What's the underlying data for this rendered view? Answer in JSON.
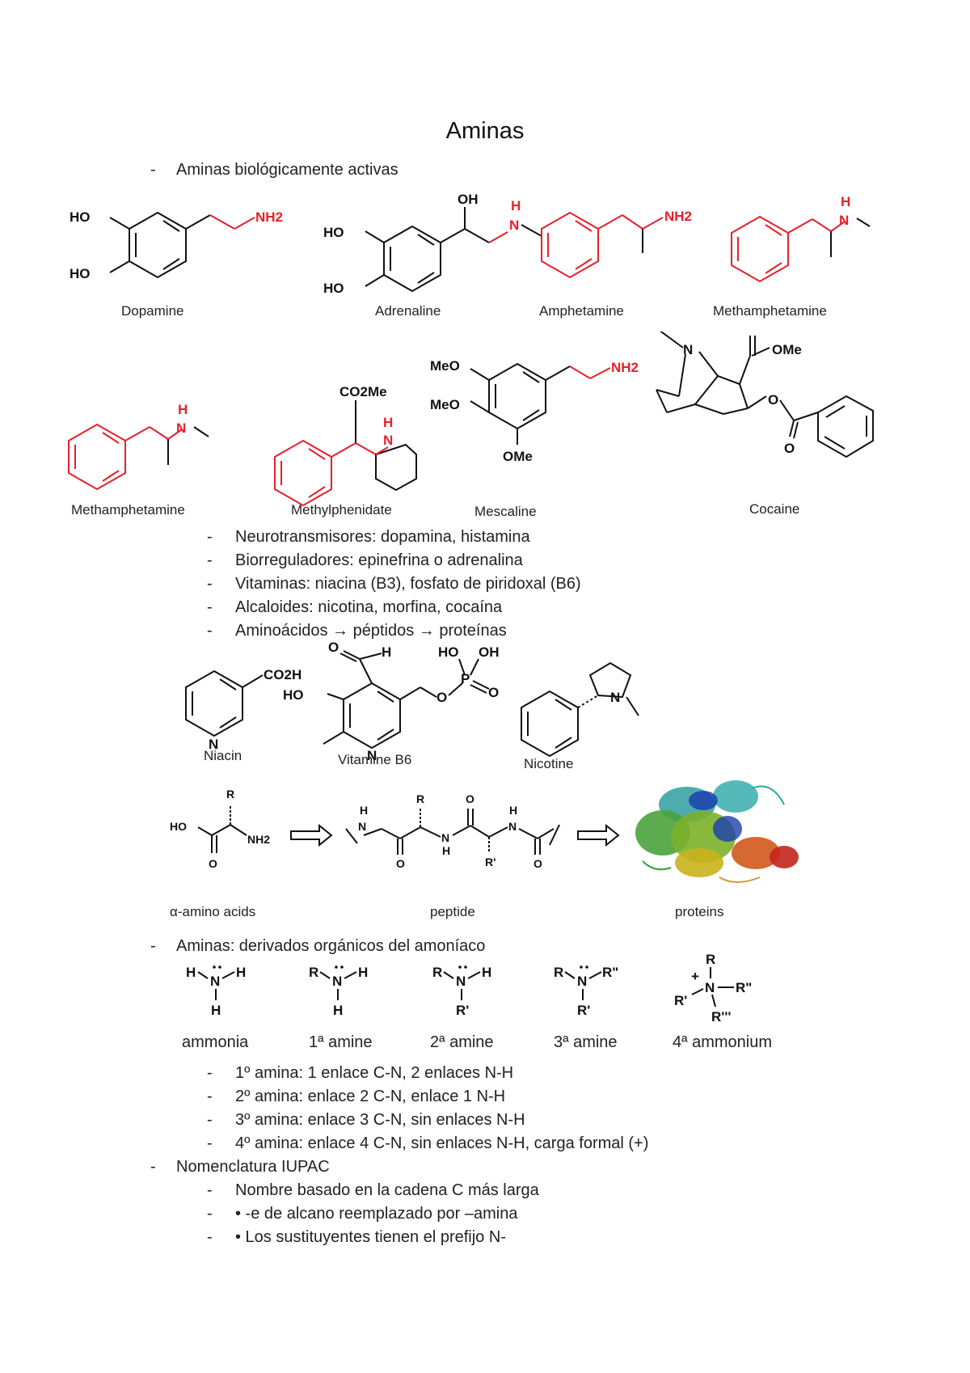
{
  "title": "Aminas",
  "section1": {
    "heading": "Aminas biológicamente activas"
  },
  "row1": {
    "dopamine": "Dopamine",
    "adrenaline": "Adrenaline",
    "amphetamine": "Amphetamine",
    "methamphetamine": "Methamphetamine"
  },
  "row2": {
    "methamphetamine": "Methamphetamine",
    "methylphenidate": "Methylphenidate",
    "mescaline": "Mescaline",
    "cocaine": "Cocaine"
  },
  "bullets1": [
    "Neurotransmisores: dopamina, histamina",
    "Biorreguladores: epinefrina o adrenalina",
    "Vitaminas: niacina (B3), fosfato de piridoxal (B6)",
    "Alcaloides: nicotina, morfina, cocaína",
    "Aminoácidos → péptidos → proteínas"
  ],
  "row3": {
    "niacin": "Niacin",
    "vitamine_b6": "Vitamine B6",
    "nicotine": "Nicotine"
  },
  "row4": {
    "amino_acids": "α-amino acids",
    "peptide": "peptide",
    "proteins": "proteins"
  },
  "section2": {
    "heading": "Aminas: derivados orgánicos del amoníaco"
  },
  "row5": {
    "ammonia": "ammonia",
    "primary": "1ª amine",
    "secondary": "2ª amine",
    "tertiary": "3ª amine",
    "quaternary": "4ª ammonium"
  },
  "bullets2": [
    "1º amina: 1 enlace C-N, 2 enlaces N-H",
    "2º amina: enlace 2 C-N, enlace 1 N-H",
    "3º amina: enlace 3 C-N, sin enlaces N-H",
    "4º amina: enlace 4 C-N, sin enlaces N-H, carga formal (+)"
  ],
  "section3": {
    "heading": "Nomenclatura IUPAC"
  },
  "bullets3": [
    "Nombre basado en la cadena C más larga",
    "• -e de alcano reemplazado por –amina",
    "• Los sustituyentes tienen el prefijo N-"
  ],
  "atoms": {
    "ho": "HO",
    "oh": "OH",
    "nh2": "NH2",
    "h": "H",
    "n": "N",
    "o": "O",
    "co2me": "CO2Me",
    "ome": "OMe",
    "meo": "MeO",
    "co2h": "CO2H",
    "p": "P",
    "r": "R",
    "r1": "R'",
    "r2": "R\"",
    "r3": "R'''",
    "plus": "+"
  },
  "colors": {
    "highlight": "#e8202a",
    "text": "#222222"
  }
}
